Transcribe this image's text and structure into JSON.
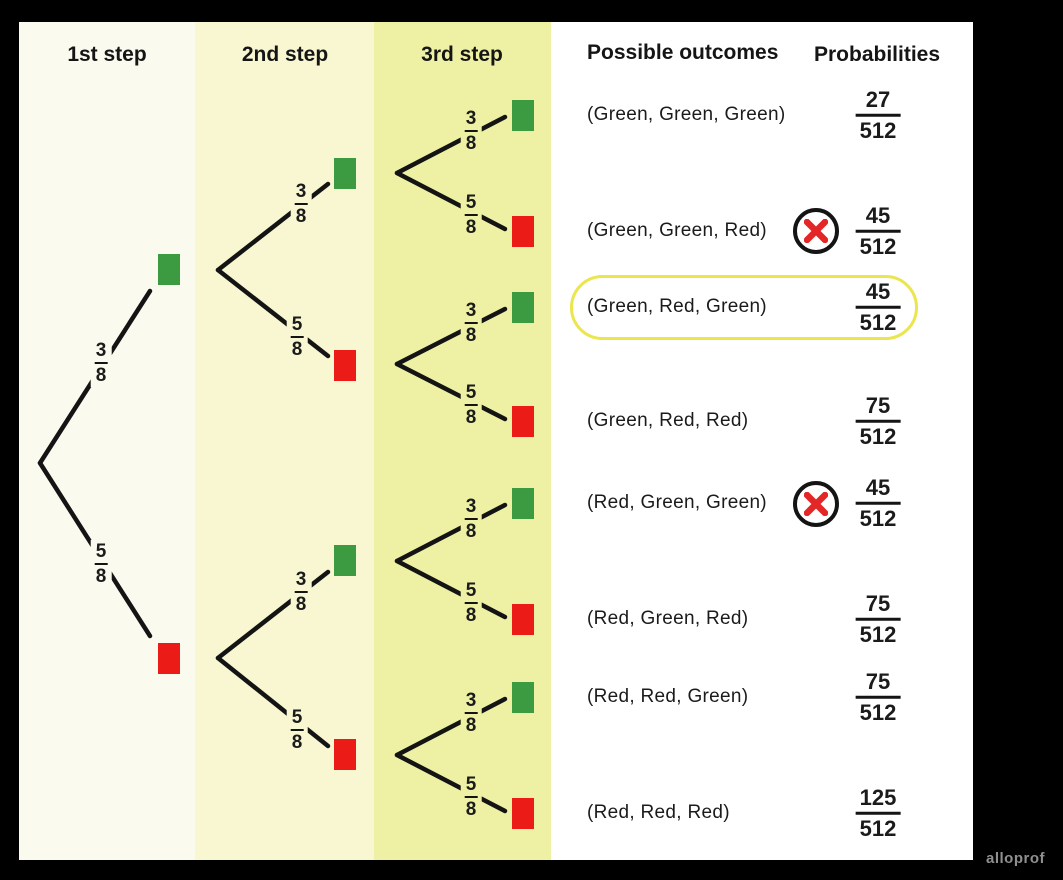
{
  "steps": [
    {
      "label": "1st step"
    },
    {
      "label": "2nd step"
    },
    {
      "label": "3rd step"
    }
  ],
  "table": {
    "outcomes_header": "Possible outcomes",
    "probabilities_header": "Probabilities"
  },
  "rows": [
    {
      "outcome": "(Green, Green, Green)",
      "prob_num": "27",
      "prob_den": "512",
      "excluded": false,
      "highlighted": false
    },
    {
      "outcome": "(Green, Green, Red)",
      "prob_num": "45",
      "prob_den": "512",
      "excluded": true,
      "highlighted": false
    },
    {
      "outcome": "(Green, Red, Green)",
      "prob_num": "45",
      "prob_den": "512",
      "excluded": false,
      "highlighted": true
    },
    {
      "outcome": "(Green, Red, Red)",
      "prob_num": "75",
      "prob_den": "512",
      "excluded": false,
      "highlighted": false
    },
    {
      "outcome": "(Red, Green, Green)",
      "prob_num": "45",
      "prob_den": "512",
      "excluded": true,
      "highlighted": false
    },
    {
      "outcome": "(Red, Green, Red)",
      "prob_num": "75",
      "prob_den": "512",
      "excluded": false,
      "highlighted": false
    },
    {
      "outcome": "(Red, Red, Green)",
      "prob_num": "75",
      "prob_den": "512",
      "excluded": false,
      "highlighted": false
    },
    {
      "outcome": "(Red, Red, Red)",
      "prob_num": "125",
      "prob_den": "512",
      "excluded": false,
      "highlighted": false
    }
  ],
  "tree": {
    "level1_fractions": [
      {
        "num": "3",
        "den": "8"
      },
      {
        "num": "5",
        "den": "8"
      }
    ],
    "level2_fractions": [
      {
        "num": "3",
        "den": "8"
      },
      {
        "num": "5",
        "den": "8"
      },
      {
        "num": "3",
        "den": "8"
      },
      {
        "num": "5",
        "den": "8"
      }
    ],
    "level3_fractions": [
      {
        "num": "3",
        "den": "8"
      },
      {
        "num": "5",
        "den": "8"
      },
      {
        "num": "3",
        "den": "8"
      },
      {
        "num": "5",
        "den": "8"
      },
      {
        "num": "3",
        "den": "8"
      },
      {
        "num": "5",
        "den": "8"
      },
      {
        "num": "3",
        "den": "8"
      },
      {
        "num": "5",
        "den": "8"
      }
    ],
    "nodes": {
      "level1": [
        "green",
        "red"
      ],
      "level2": [
        "green",
        "red",
        "green",
        "red"
      ],
      "level3": [
        "green",
        "red",
        "green",
        "red",
        "green",
        "red",
        "green",
        "red"
      ]
    }
  },
  "colors": {
    "green_node": "#3C9A40",
    "red_node": "#EB1B17",
    "column_1_bg": "#FAFAEE",
    "column_2_bg": "#F8F7D2",
    "column_3_bg": "#EEF1A4",
    "highlight_outline_yellow": "#EBE54E",
    "excluded_x_red": "#E32726",
    "branch_line_black": "#141414"
  },
  "watermark": "alloprof"
}
